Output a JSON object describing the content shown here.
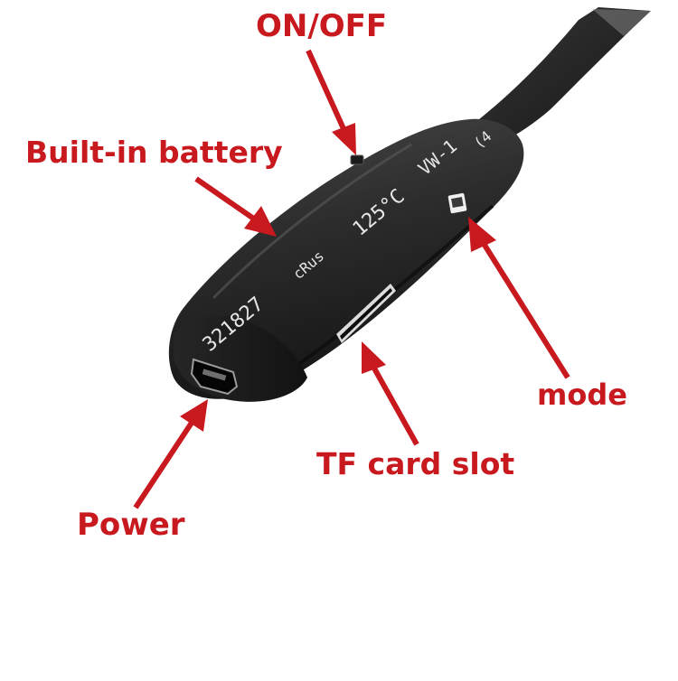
{
  "labels": {
    "on_off": "ON/OFF",
    "built_in_battery": "Built-in battery",
    "mode": "mode",
    "tf_card_slot": "TF card slot",
    "power": "Power"
  },
  "device_print": {
    "part_number": "321827",
    "cert_mark": "cRus",
    "temperature": "125°C",
    "rating": "VW-1",
    "edge_mark": "(4"
  },
  "colors": {
    "label": "#c8191f",
    "arrow": "#c8191f",
    "device_body": "#2b2b2b",
    "ribbon": "#262626",
    "print": "#e6e6e6",
    "background": "#ffffff"
  }
}
